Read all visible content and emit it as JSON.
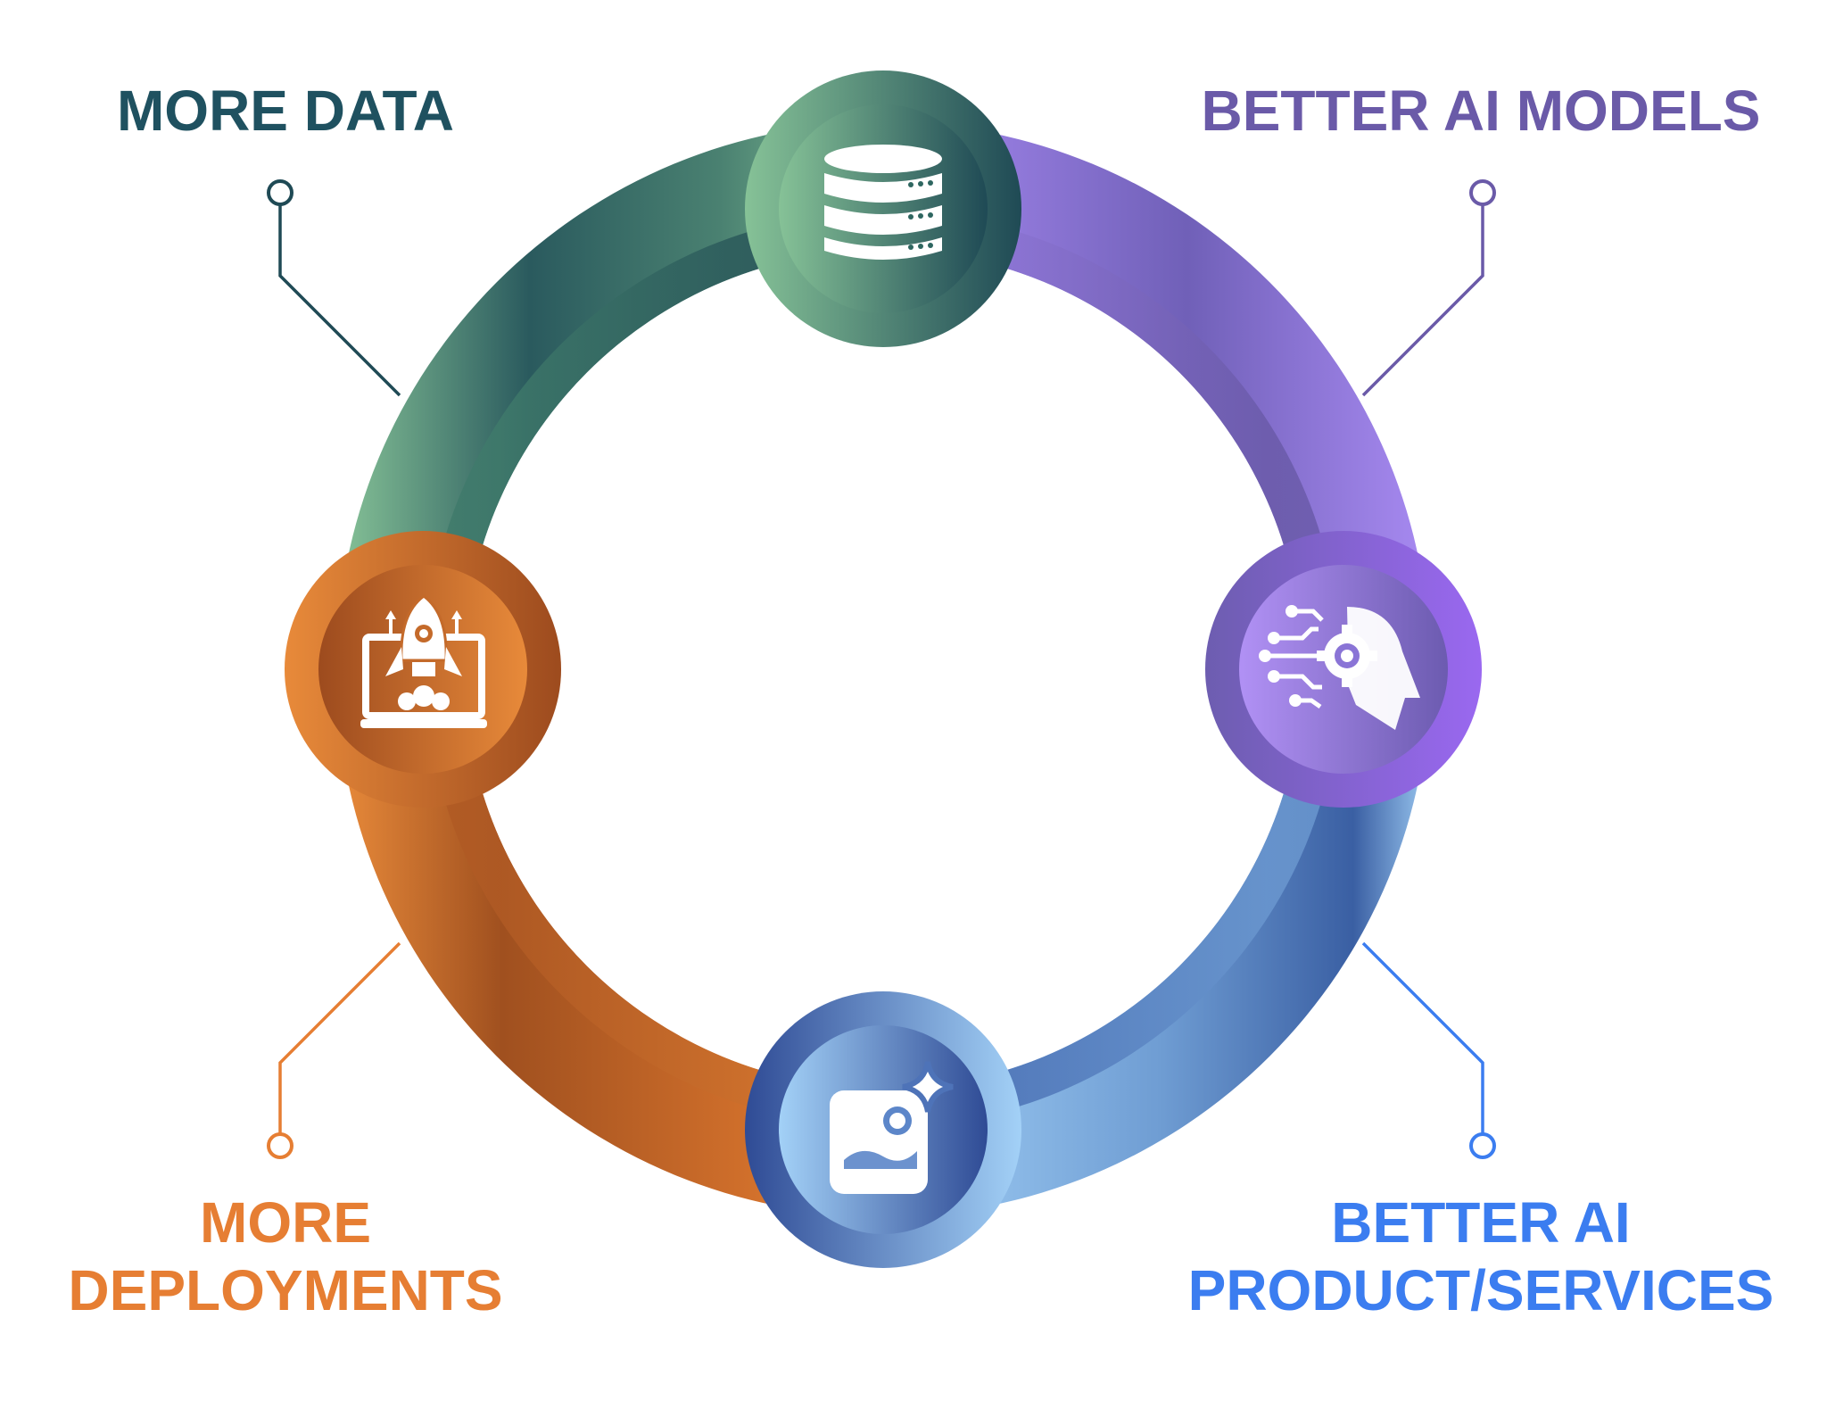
{
  "stages": [
    {
      "id": "more-data",
      "lines": [
        "MORE DATA"
      ],
      "color": "#1f5160",
      "icon": "database-icon"
    },
    {
      "id": "better-models",
      "lines": [
        "BETTER AI MODELS"
      ],
      "color": "#6a5aa8",
      "icon": "ai-brain-gear-icon"
    },
    {
      "id": "better-products",
      "lines": [
        "BETTER AI",
        "PRODUCT/SERVICES"
      ],
      "color": "#3b7df0",
      "icon": "ai-image-sparkle-icon"
    },
    {
      "id": "more-deployments",
      "lines": [
        "MORE",
        "DEPLOYMENTS"
      ],
      "color": "#e67e33",
      "icon": "rocket-laptop-icon"
    }
  ],
  "palette": {
    "green_light": "#86c297",
    "green_dark": "#1f4a55",
    "purple_light": "#a98bf3",
    "purple_dark": "#6d5db0",
    "blue_light": "#a3d1f7",
    "blue_dark": "#34559d",
    "orange_light": "#e88a3a",
    "orange_dark": "#9d4b1e"
  }
}
